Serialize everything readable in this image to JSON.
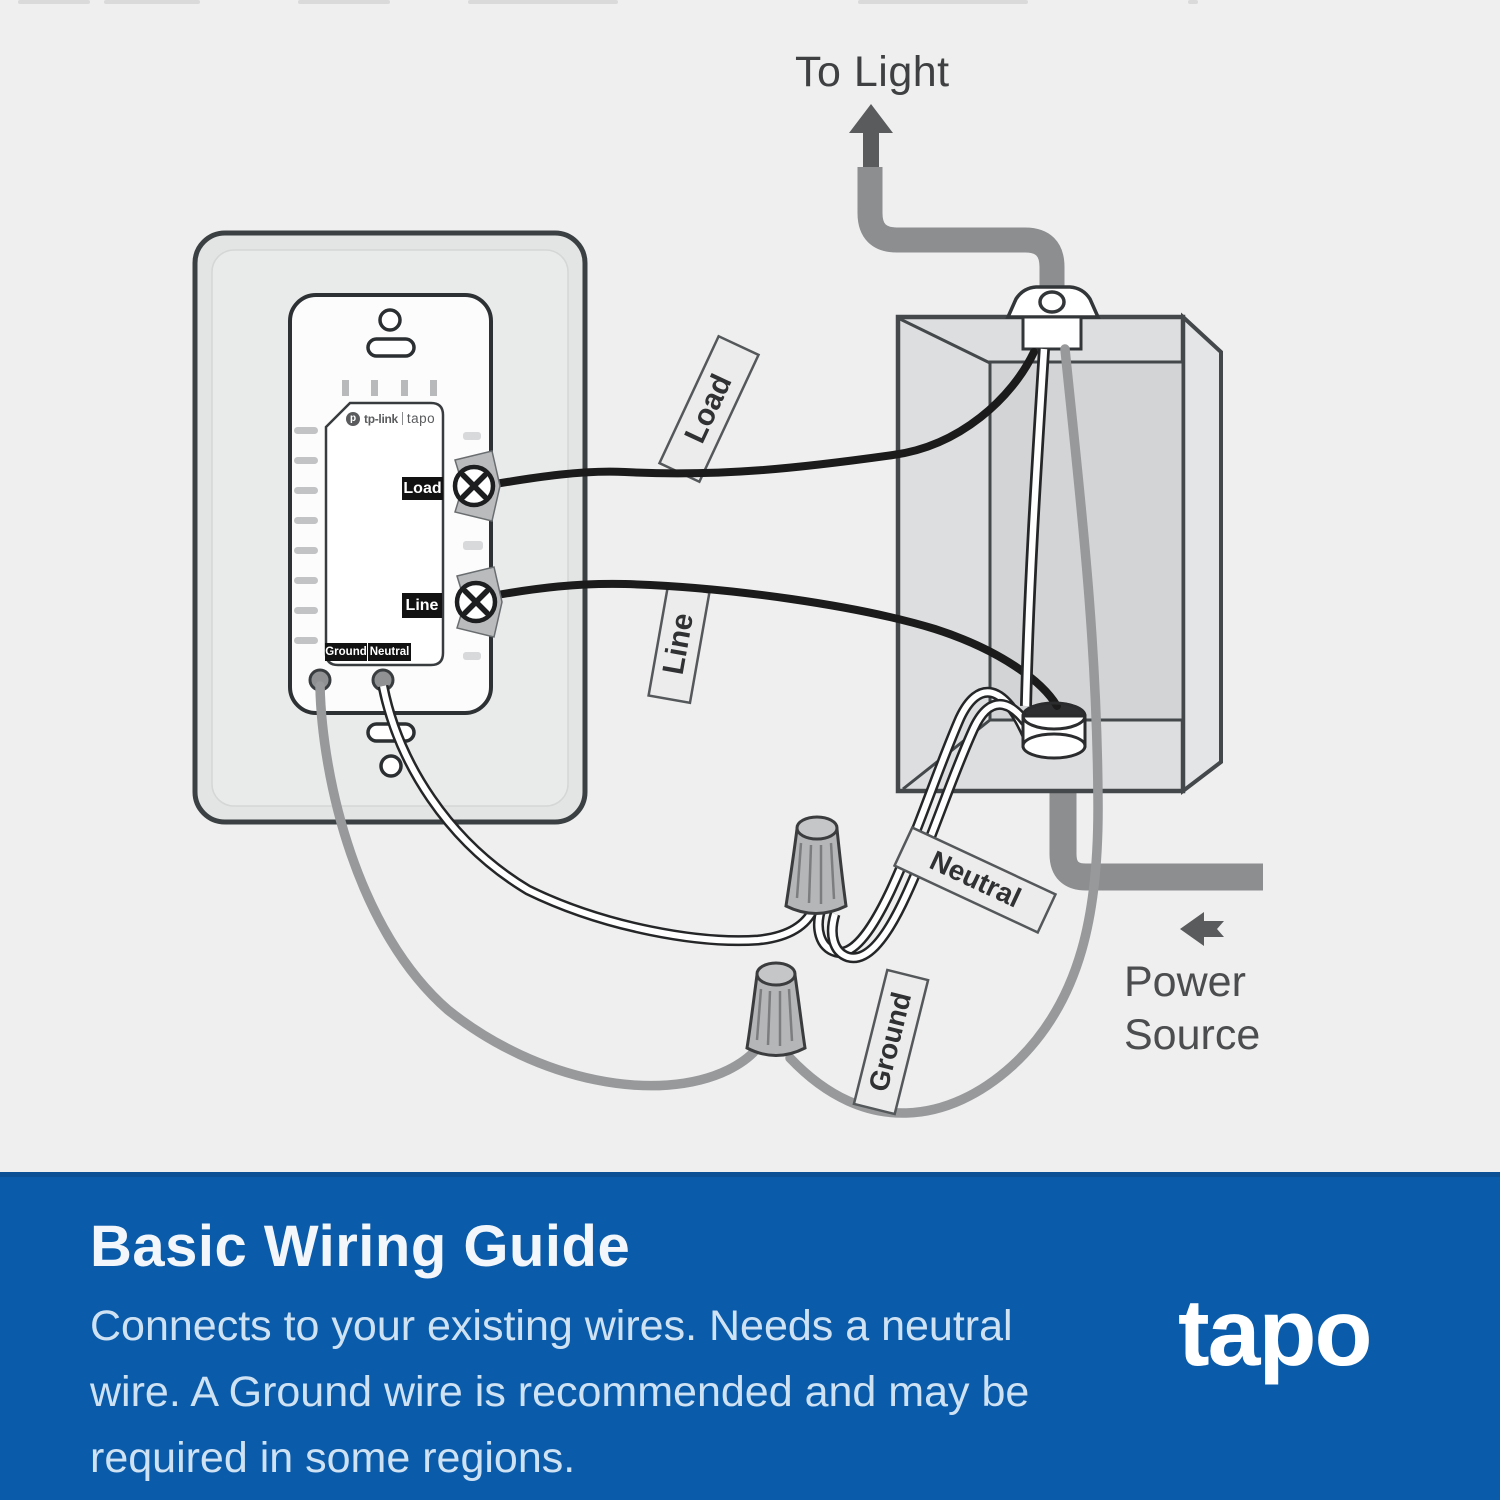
{
  "colors": {
    "background": "#efefef",
    "footer_bg": "#0a5cab",
    "wire_black": "#1b1b1b",
    "wire_gray": "#97999b",
    "conduit_gray": "#8c8e90",
    "footer_title_color": "#f3f7fb",
    "footer_body_color": "#cfe2f4"
  },
  "diagram": {
    "to_light": "To Light",
    "power_source": "Power Source",
    "tags": {
      "load": "Load",
      "line": "Line",
      "neutral": "Neutral",
      "ground": "Ground"
    },
    "device": {
      "brand_primary": "tp-link",
      "brand_secondary": "tapo",
      "brand_dot_letter": "p",
      "terminal_load": "Load",
      "terminal_line": "Line",
      "terminal_ground": "Ground",
      "terminal_neutral": "Neutral"
    }
  },
  "footer": {
    "title": "Basic Wiring Guide",
    "body_lines": [
      "Connects to your existing wires. Needs a neutral",
      "wire. A Ground wire is recommended and may be",
      "required in some regions."
    ],
    "brand_logo": "tapo"
  }
}
